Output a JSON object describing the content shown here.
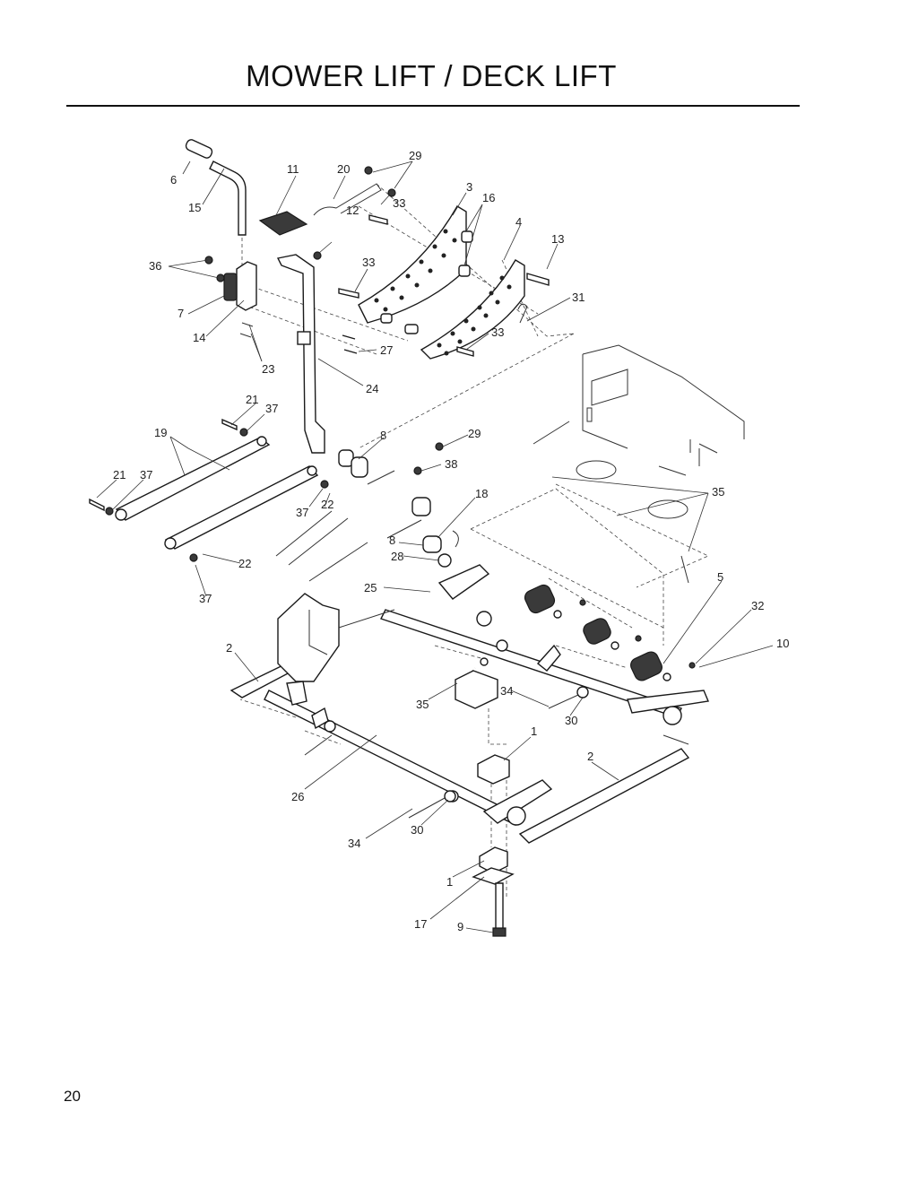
{
  "page": {
    "title": "MOWER LIFT / DECK LIFT",
    "page_number": "20"
  },
  "diagram": {
    "callouts": [
      "1",
      "1",
      "2",
      "2",
      "3",
      "4",
      "5",
      "6",
      "7",
      "8",
      "8",
      "9",
      "10",
      "11",
      "12",
      "13",
      "14",
      "15",
      "16",
      "17",
      "18",
      "19",
      "20",
      "21",
      "21",
      "22",
      "22",
      "23",
      "24",
      "25",
      "26",
      "27",
      "28",
      "29",
      "29",
      "30",
      "30",
      "31",
      "32",
      "33",
      "33",
      "33",
      "34",
      "34",
      "35",
      "35",
      "36",
      "37",
      "37",
      "37",
      "37",
      "38"
    ]
  }
}
